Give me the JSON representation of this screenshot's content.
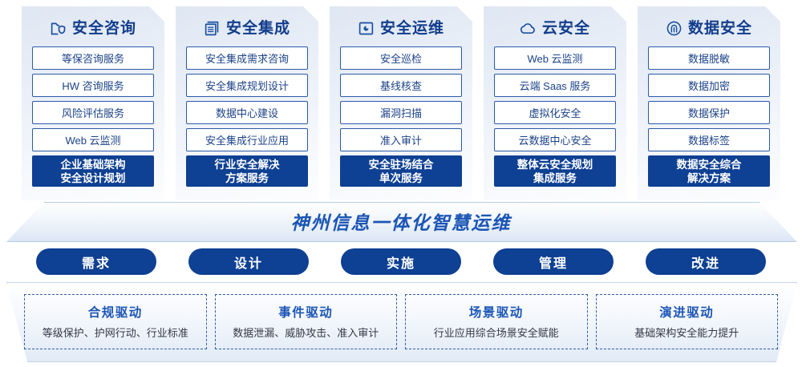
{
  "columns": [
    {
      "icon": "folder-shield-icon",
      "title": "安全咨询",
      "items": [
        "等保咨询服务",
        "HW 咨询服务",
        "风险评估服务",
        "Web 云监测"
      ],
      "highlight": [
        "企业基础架构",
        "安全设计规划"
      ]
    },
    {
      "icon": "stacked-layers-icon",
      "title": "安全集成",
      "items": [
        "安全集成需求咨询",
        "安全集成规划设计",
        "数据中心建设",
        "安全集成行业应用"
      ],
      "highlight": [
        "行业安全解决",
        "方案服务"
      ]
    },
    {
      "icon": "monitor-chart-icon",
      "title": "安全运维",
      "items": [
        "安全巡检",
        "基线核查",
        "漏洞扫描",
        "准入审计"
      ],
      "highlight": [
        "安全驻场结合",
        "单次服务"
      ]
    },
    {
      "icon": "cloud-icon",
      "title": "云安全",
      "items": [
        "Web 云监测",
        "云端 Saas 服务",
        "虚拟化安全",
        "云数据中心安全"
      ],
      "highlight": [
        "整体云安全规划",
        "集成服务"
      ]
    },
    {
      "icon": "fingerprint-icon",
      "title": "数据安全",
      "items": [
        "数据脱敏",
        "数据加密",
        "数据保护",
        "数据标签"
      ],
      "highlight": [
        "数据安全综合",
        "解决方案"
      ]
    }
  ],
  "banner": {
    "text": "神州信息一体化智慧运维"
  },
  "pills": [
    {
      "label": "需求"
    },
    {
      "label": "设计"
    },
    {
      "label": "实施"
    },
    {
      "label": "管理"
    },
    {
      "label": "改进"
    }
  ],
  "drivers": [
    {
      "title": "合规驱动",
      "sub": "等级保护、护网行动、行业标准"
    },
    {
      "title": "事件驱动",
      "sub": "数据泄漏、威胁攻击、准入审计"
    },
    {
      "title": "场景驱动",
      "sub": "行业应用综合场景安全赋能"
    },
    {
      "title": "演进驱动",
      "sub": "基础架构安全能力提升"
    }
  ],
  "colors": {
    "deep_blue": "#0e4093",
    "title_blue": "#123d8c",
    "accent_blue": "#1b55b5",
    "border_blue": "#2b5aa8"
  }
}
